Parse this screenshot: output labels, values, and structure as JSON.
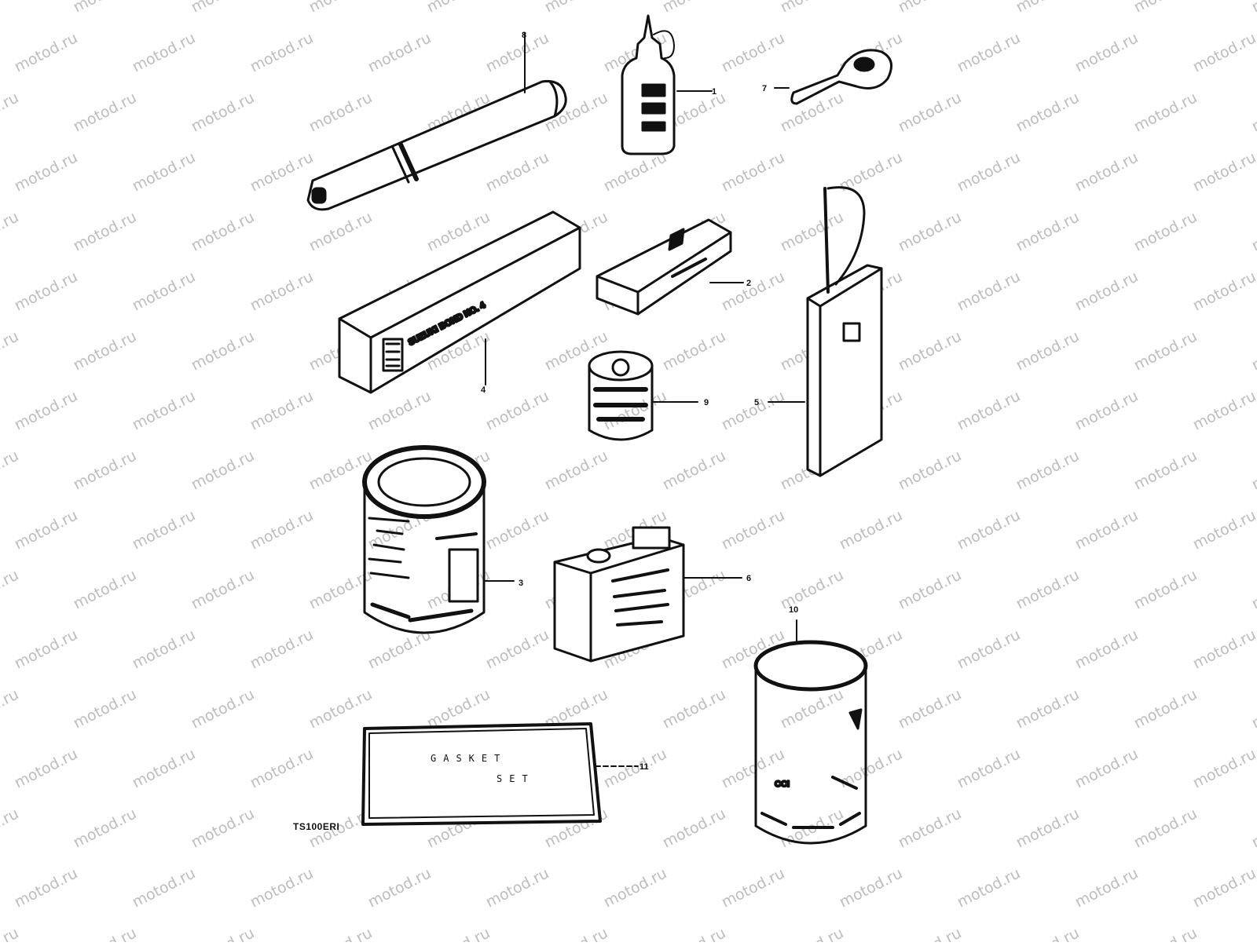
{
  "watermark": "motod.ru",
  "diagram_code": "TS100ERI",
  "callouts": [
    "1",
    "2",
    "3",
    "4",
    "5",
    "6",
    "7",
    "8",
    "9",
    "10",
    "11"
  ],
  "box_label": "SUZUKI BOND NO. 4",
  "gasket_set_label": [
    "GASKET",
    "SET"
  ],
  "can_label": "CCI",
  "colors": {
    "ink": "#111111",
    "paper": "#ffffff",
    "watermark": "#bdbdbd"
  }
}
